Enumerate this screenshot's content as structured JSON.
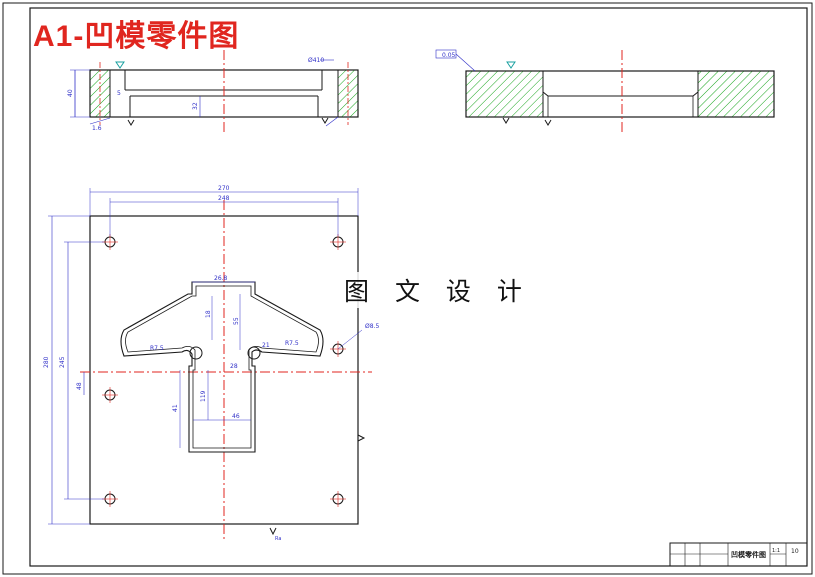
{
  "drawing": {
    "title": "A1-凹模零件图",
    "watermark": "图 文 设 计",
    "colors": {
      "title": "#e0261f",
      "section_hatch": "#17a51c",
      "centerline": "#e0261f",
      "geometry": "#1a1a1a",
      "dimension": "#3030c8",
      "symbol": "#1aa0a0"
    }
  },
  "section_left": {
    "dims": [
      "40",
      "32",
      "5",
      "1.6",
      "Ø410"
    ]
  },
  "section_right": {
    "dims": [
      "0.05"
    ]
  },
  "plan_view": {
    "dims": {
      "top_overall": "270",
      "top_holes": "248",
      "left_overall": "280",
      "left_holes": "245",
      "left_small": "48",
      "slot_top": "26.8",
      "slot_depth": "55",
      "slot_width": "46",
      "r_left": "R7.5",
      "r_right": "R7.5",
      "hole_dia": "Ø8.5",
      "len_a": "41",
      "len_b": "119",
      "len_c": "18",
      "dim_28": "28",
      "dim_21": "21",
      "bottom_symbol": "Ra"
    }
  },
  "title_block": {
    "part_name": "凹模零件图",
    "scale": "1:1",
    "sheet": "10"
  }
}
